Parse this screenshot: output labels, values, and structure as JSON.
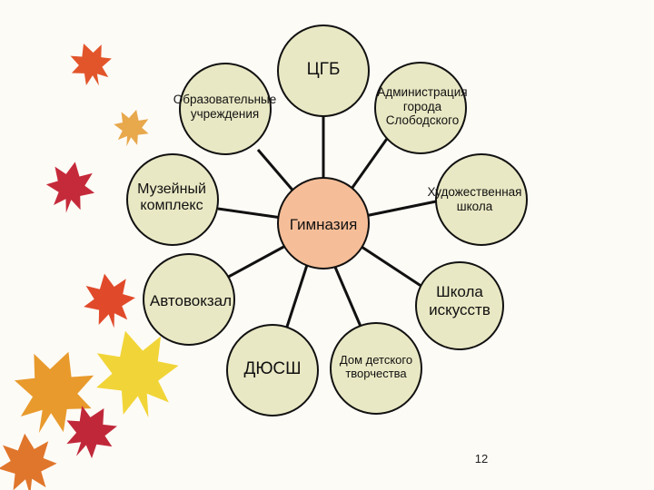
{
  "diagram": {
    "center": {
      "label": "Гимназия"
    },
    "nodes": [
      {
        "id": "tsgb",
        "lines": [
          "ЦГБ"
        ]
      },
      {
        "id": "administration",
        "lines": [
          "Администрация",
          "города",
          "Слободского"
        ]
      },
      {
        "id": "art-school",
        "lines": [
          "Художественная",
          "школа"
        ]
      },
      {
        "id": "arts-school",
        "lines": [
          "Школа",
          "искусств"
        ]
      },
      {
        "id": "children-creativity",
        "lines": [
          "Дом детского",
          "творчества"
        ]
      },
      {
        "id": "dyussh",
        "lines": [
          "ДЮСШ"
        ]
      },
      {
        "id": "bus-station",
        "lines": [
          "Автовокзал"
        ]
      },
      {
        "id": "museum",
        "lines": [
          "Музейный",
          "комплекс"
        ]
      },
      {
        "id": "education",
        "lines": [
          "Образовательные",
          "учреждения"
        ]
      }
    ],
    "colors": {
      "node_fill": "#e9e8c4",
      "center_fill": "#f6be98",
      "stroke": "#111111",
      "background": "#fdfbf6"
    }
  },
  "footer": {
    "page_number": "12"
  }
}
